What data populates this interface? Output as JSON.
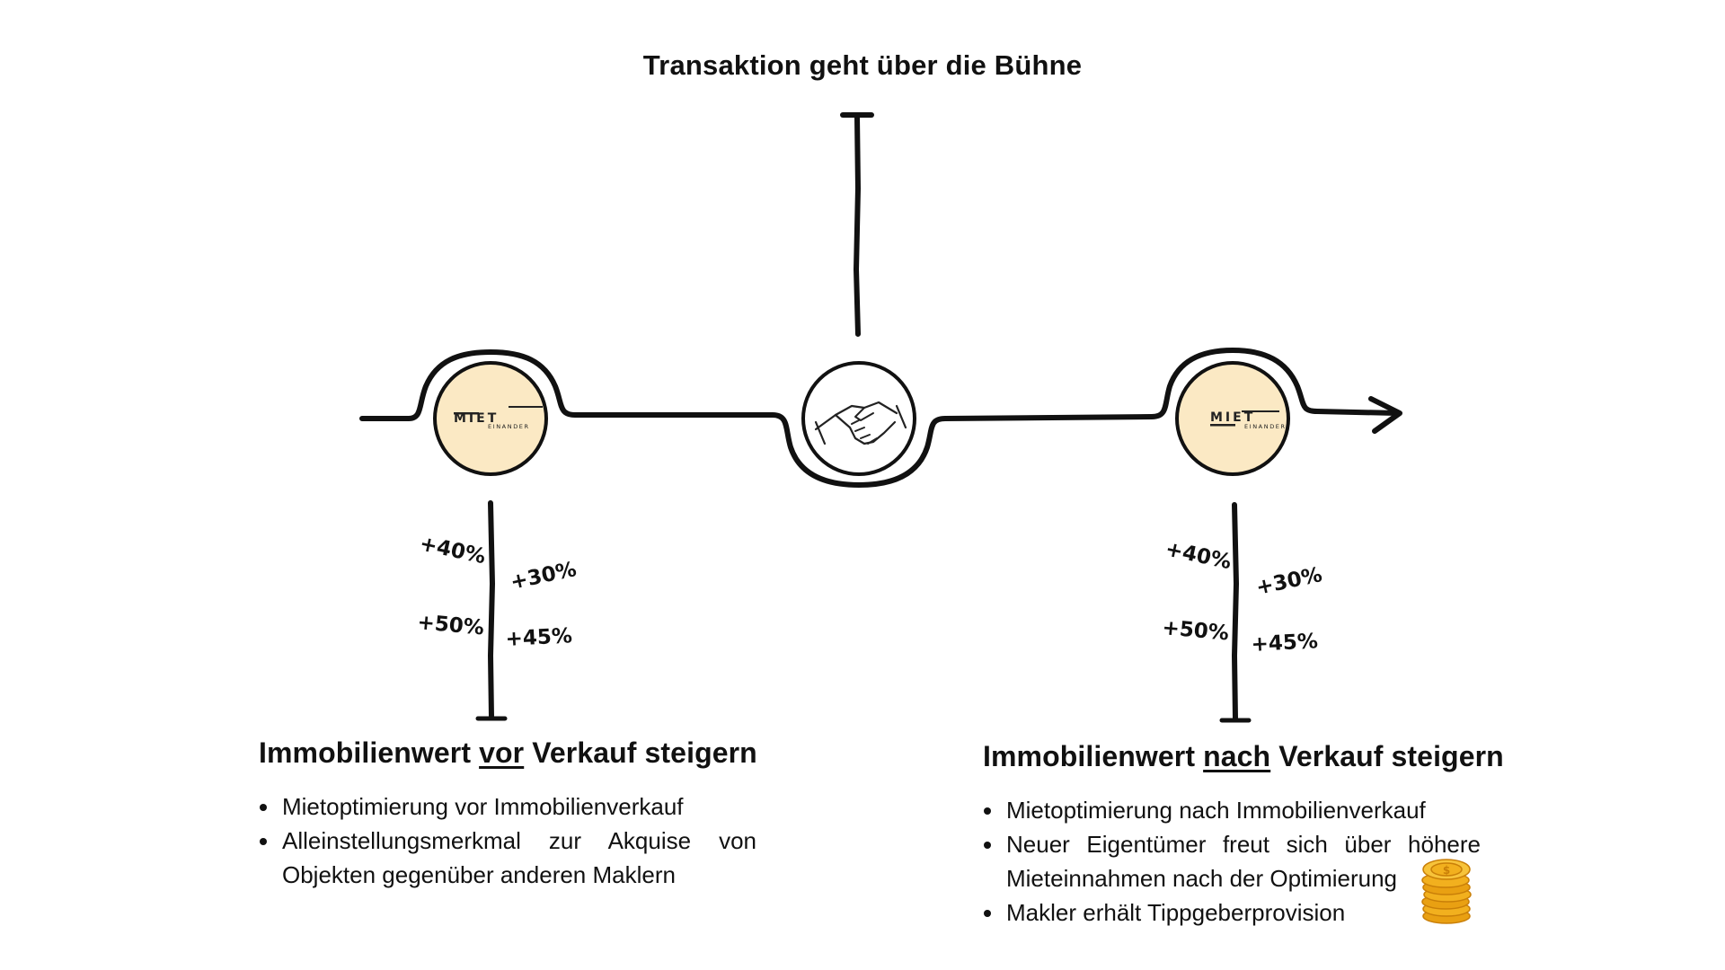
{
  "transaction_label": "Transaktion geht über die Bühne",
  "logo": {
    "main": "MIET",
    "sub": "EINANDER"
  },
  "left": {
    "percentages": [
      "+40%",
      "+30%",
      "+50%",
      "+45%"
    ],
    "heading_pre": "Immobilienwert",
    "heading_emph": "vor",
    "heading_post": "Verkauf steigern",
    "bullets": [
      "Mietoptimierung vor Immobilienverkauf",
      "Alleinstellungsmerkmal zur Akquise von Objekten gegenüber anderen Maklern"
    ]
  },
  "right": {
    "percentages": [
      "+40%",
      "+30%",
      "+50%",
      "+45%"
    ],
    "heading_pre": "Immobilienwert",
    "heading_emph": "nach",
    "heading_post": "Verkauf steigern",
    "bullets": [
      "Mietoptimierung nach Immobilienverkauf",
      "Neuer Eigentümer freut sich über höhere Mieteinnahmen nach der Optimierung",
      "Makler erhält Tippgeberprovision"
    ]
  },
  "icons": {
    "left_node": "mieteinander-logo-icon",
    "center_node": "handshake-icon",
    "right_node": "mieteinander-logo-icon",
    "coins": "coin-stack-icon"
  },
  "colors": {
    "node_fill": "#fbe9c4",
    "line": "#111111",
    "coin": "#f2b01e"
  }
}
